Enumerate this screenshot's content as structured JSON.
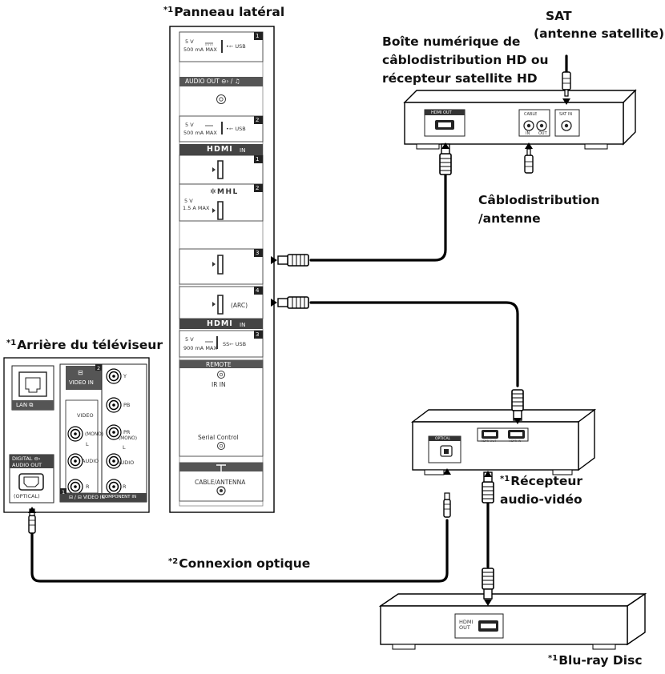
{
  "labels": {
    "side_panel": {
      "mark": "*1",
      "text": "Panneau latéral"
    },
    "tv_rear": {
      "mark": "*1",
      "text": "Arrière du téléviseur"
    },
    "sat": {
      "line1": "SAT",
      "line2": "(antenne satellite)"
    },
    "settop": {
      "line1": "Boîte numérique de",
      "line2": "câblodistribution HD ou",
      "line3": "récepteur satellite HD"
    },
    "cable_antenna": {
      "line1": "Câblodistribution",
      "line2": "/antenne"
    },
    "av_receiver": {
      "mark": "*1",
      "line1": "Récepteur",
      "line2": "audio-vidéo"
    },
    "optical": {
      "mark": "*2",
      "text": "Connexion optique"
    },
    "bluray": {
      "mark": "*1",
      "text": "Blu-ray Disc"
    }
  },
  "side_panel": {
    "usb1": {
      "num": "1",
      "v": "5 V",
      "ma": "500 mA MAX",
      "usb": "USB"
    },
    "audio_out": "AUDIO OUT",
    "usb2": {
      "num": "2",
      "v": "5 V",
      "ma": "500 mA MAX",
      "usb": "USB"
    },
    "hdmi_in": "IN",
    "hdmi_logo": "HDMI",
    "hdmi1_num": "1",
    "mhl": "MHL",
    "hdmi2": {
      "num": "2",
      "v": "5 V",
      "a": "1.5 A MAX"
    },
    "hdmi3_num": "3",
    "hdmi4": {
      "num": "4",
      "arc": "(ARC)"
    },
    "usb3": {
      "num": "3",
      "v": "5 V",
      "ma": "900 mA MAX",
      "usb": "USB"
    },
    "remote": "REMOTE",
    "ir_in": "IR IN",
    "serial": "Serial Control",
    "cable_antenna": "CABLE/ANTENNA"
  },
  "rear_panel": {
    "lan": "LAN",
    "video_in": "VIDEO IN",
    "video_in_num": "2",
    "y": "Y",
    "pb": "PB",
    "pr": "PR",
    "video": "VIDEO",
    "mono": "(MONO)",
    "l": "L",
    "r": "R",
    "audio": "AUDIO",
    "digital_audio_out_1": "DIGITAL",
    "digital_audio_out_2": "AUDIO OUT",
    "optical": "(OPTICAL)",
    "bottom_num": "1",
    "bottom_video_in": "VIDEO IN",
    "bottom_component_in": "COMPONENT IN"
  },
  "settop_panel": {
    "hdmi_out": "HDMI OUT",
    "cable_in": "CABLE",
    "in": "IN",
    "out": "OUT",
    "sat_in": "SAT IN"
  },
  "receiver_panel": {
    "optical": "OPTICAL",
    "hdmi_out": "HDMI OUT",
    "hdmi_in": "HDMI IN"
  },
  "bluray_panel": {
    "hdmi_line1": "HDMI",
    "hdmi_line2": "OUT"
  }
}
